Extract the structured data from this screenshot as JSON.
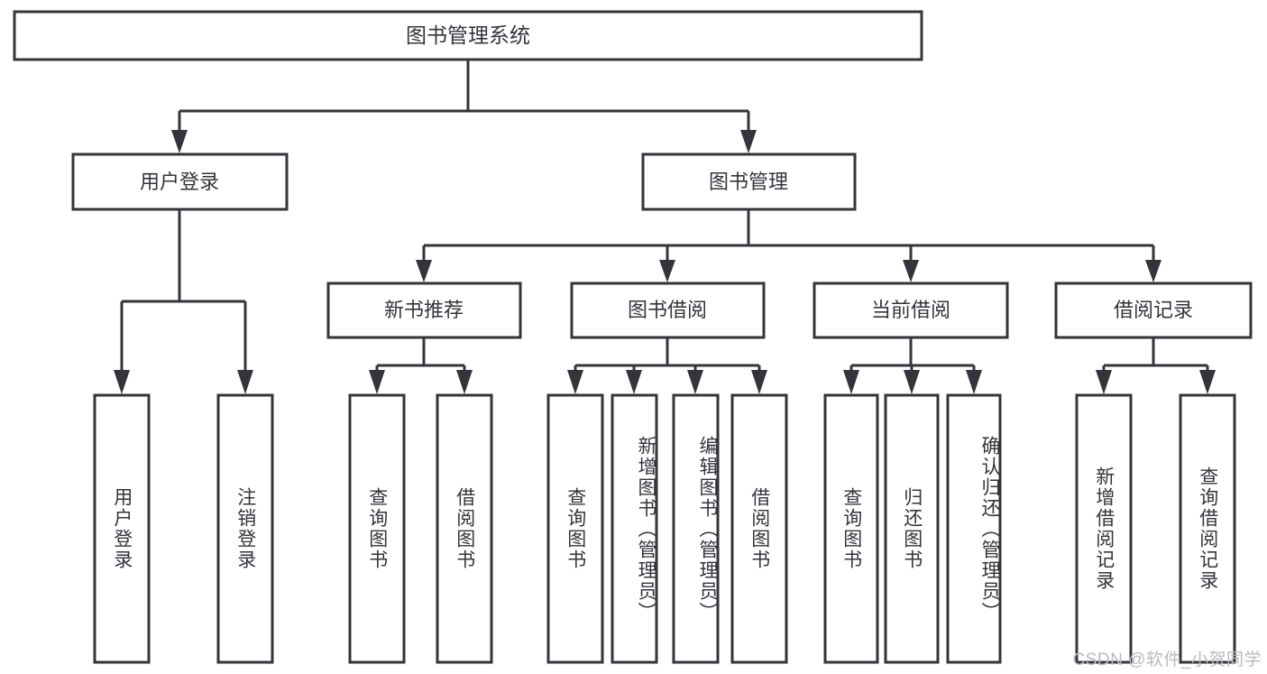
{
  "diagram": {
    "type": "tree",
    "title": "图书管理系统",
    "watermark": "CSDN @软件_小贺同学",
    "root": {
      "label": "图书管理系统"
    },
    "level2": [
      {
        "label": "用户登录"
      },
      {
        "label": "图书管理"
      }
    ],
    "level3": [
      {
        "label": "新书推荐"
      },
      {
        "label": "图书借阅"
      },
      {
        "label": "当前借阅"
      },
      {
        "label": "借阅记录"
      }
    ],
    "leaves": {
      "user_login": [
        {
          "label": "用户登录"
        },
        {
          "label": "注销登录"
        }
      ],
      "new_book_recommend": [
        {
          "label": "查询图书"
        },
        {
          "label": "借阅图书"
        }
      ],
      "book_borrow": [
        {
          "label": "查询图书"
        },
        {
          "label": "新增图书（管理员）"
        },
        {
          "label": "编辑图书（管理员）"
        },
        {
          "label": "借阅图书"
        }
      ],
      "current_borrow": [
        {
          "label": "查询图书"
        },
        {
          "label": "归还图书"
        },
        {
          "label": "确认归还（管理员）"
        }
      ],
      "borrow_record": [
        {
          "label": "新增借阅记录"
        },
        {
          "label": "查询借阅记录"
        }
      ]
    },
    "colors": {
      "stroke": "#33353b",
      "fill": "#ffffff",
      "text": "#33353b",
      "watermark": "#b9babd"
    }
  }
}
